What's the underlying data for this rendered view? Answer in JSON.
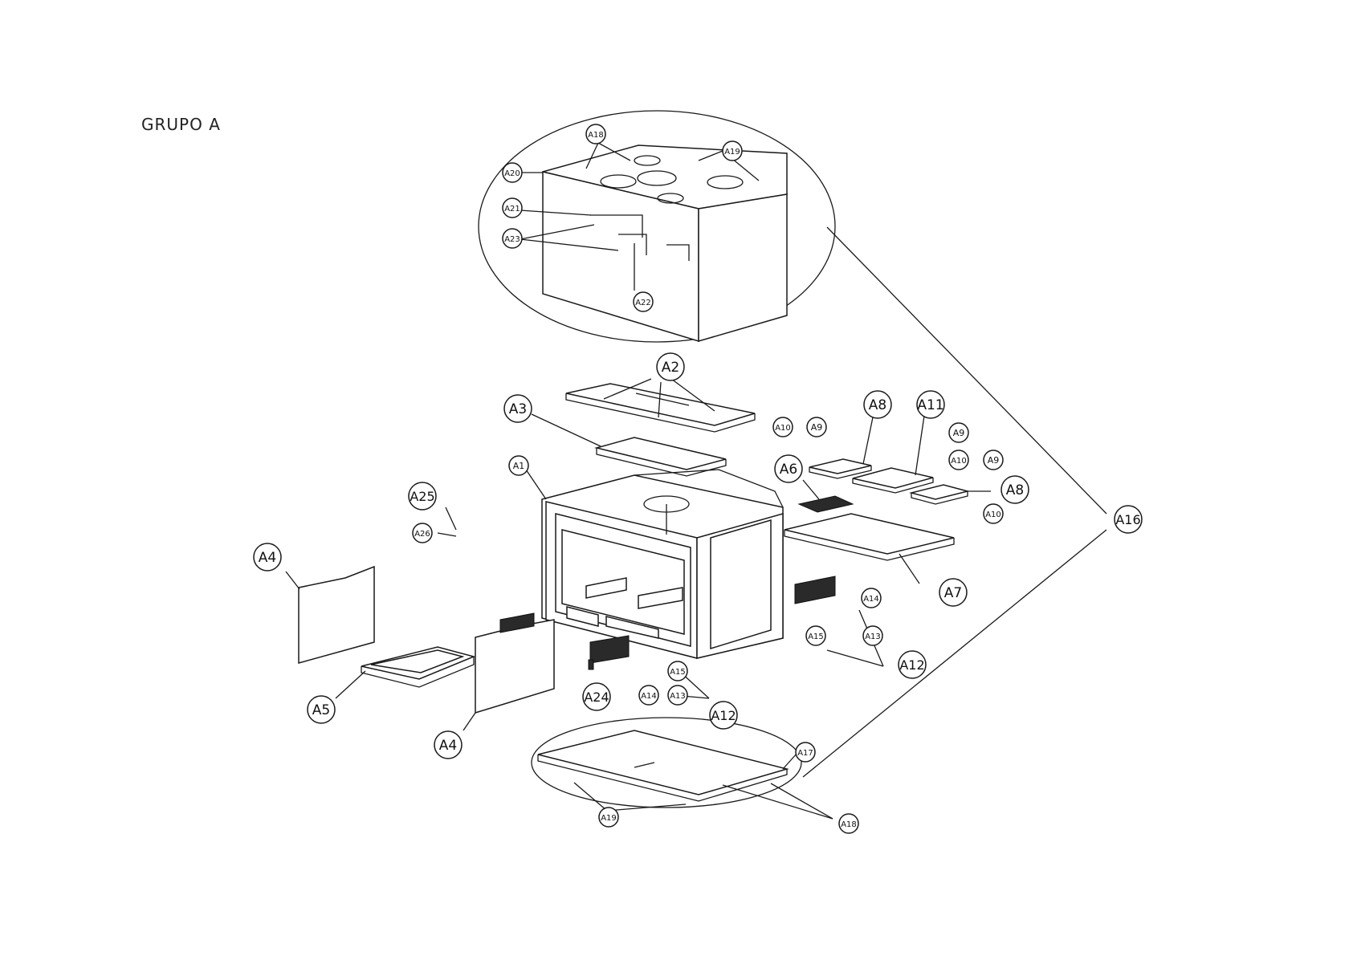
{
  "title": "GRUPO  A",
  "callouts": {
    "A1": "A1",
    "A2": "A2",
    "A3": "A3",
    "A4a": "A4",
    "A4b": "A4",
    "A5": "A5",
    "A6": "A6",
    "A7": "A7",
    "A8a": "A8",
    "A8b": "A8",
    "A9a": "A9",
    "A9b": "A9",
    "A9c": "A9",
    "A10a": "A10",
    "A10b": "A10",
    "A10c": "A10",
    "A11": "A11",
    "A12a": "A12",
    "A12b": "A12",
    "A13a": "A13",
    "A13b": "A13",
    "A14a": "A14",
    "A14b": "A14",
    "A15a": "A15",
    "A15b": "A15",
    "A16": "A16",
    "A17": "A17",
    "A18top": "A18",
    "A18bot": "A18",
    "A19top": "A19",
    "A19bot": "A19",
    "A20": "A20",
    "A21": "A21",
    "A22": "A22",
    "A23": "A23",
    "A24": "A24",
    "A25": "A25",
    "A26": "A26"
  },
  "colors": {
    "line": "#1a1a1a",
    "grille": "#2a2a2a",
    "background": "#ffffff"
  }
}
